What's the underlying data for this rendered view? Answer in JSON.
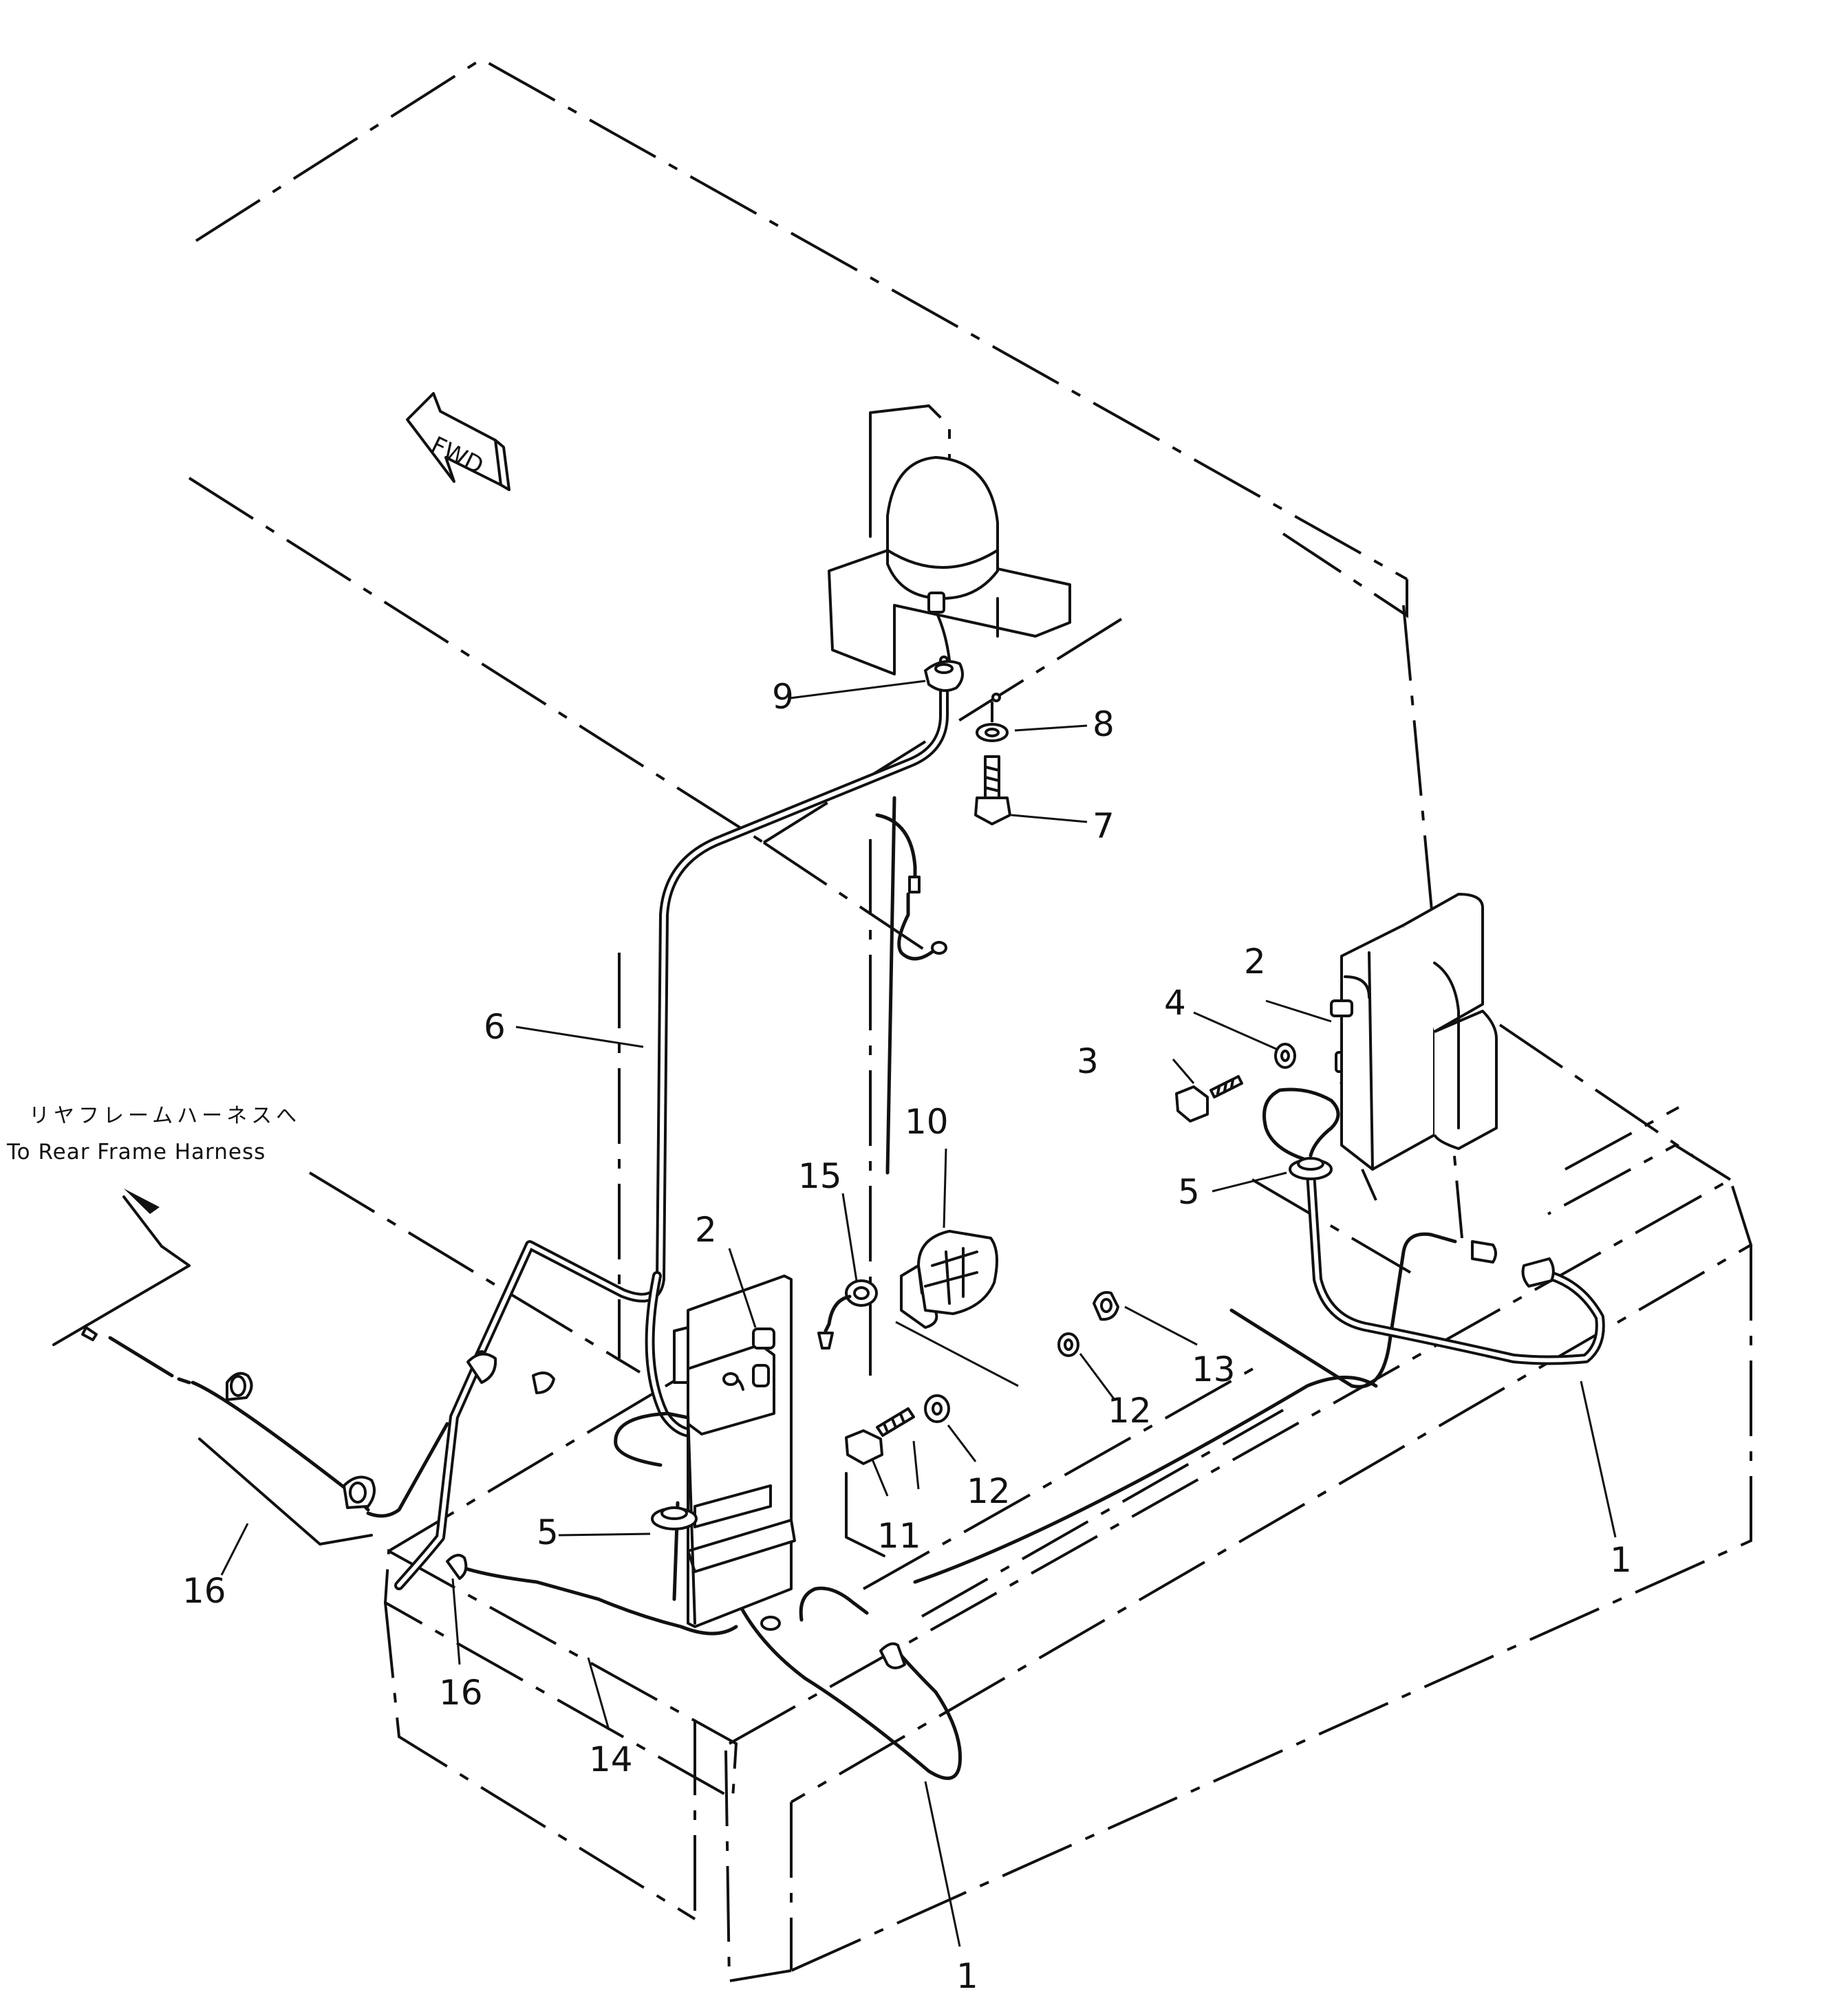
{
  "diagram": {
    "fwd_label": "FWD",
    "note": {
      "japanese": "リヤフレームハーネスへ",
      "english": "To Rear Frame Harness"
    },
    "callouts": {
      "c1a": "1",
      "c1b": "1",
      "c2a": "2",
      "c2b": "2",
      "c3": "3",
      "c4": "4",
      "c5a": "5",
      "c5b": "5",
      "c6": "6",
      "c7": "7",
      "c8": "8",
      "c9": "9",
      "c10": "10",
      "c11": "11",
      "c12a": "12",
      "c12b": "12",
      "c13": "13",
      "c14": "14",
      "c15": "15",
      "c16a": "16",
      "c16b": "16"
    }
  }
}
